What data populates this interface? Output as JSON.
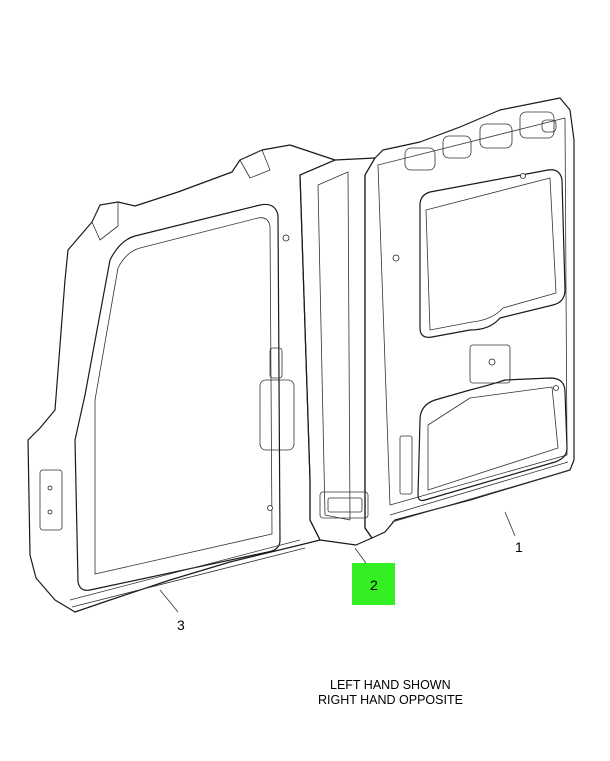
{
  "callouts": {
    "back_panel": "1",
    "corner_part": "2",
    "side_frame": "3"
  },
  "highlight_color": "#33ee22",
  "note": {
    "line1": "LEFT HAND SHOWN",
    "line2": "RIGHT HAND OPPOSITE"
  }
}
